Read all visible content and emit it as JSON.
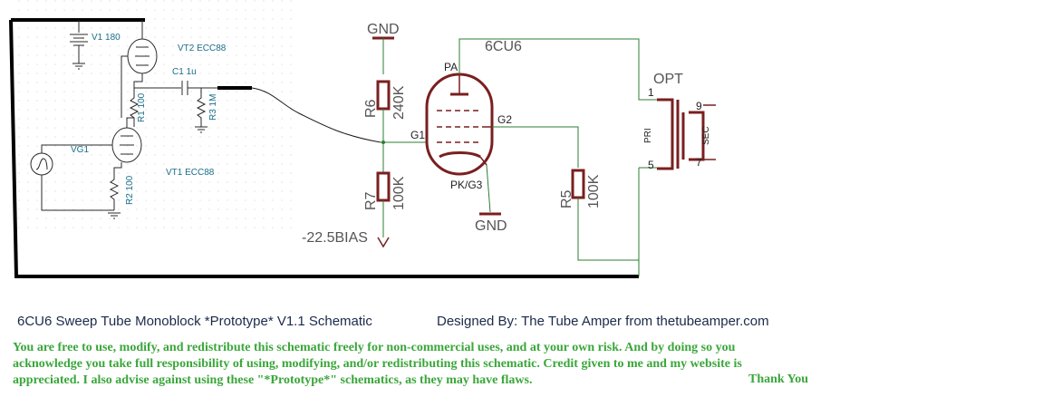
{
  "driver": {
    "v1_label": "V1 180",
    "vt2_label": "VT2 ECC88",
    "c1_label": "C1 1u",
    "r1_label": "R1 100",
    "r3_label": "R3 1M",
    "vg1_label": "VG1",
    "vt1_label": "VT1 ECC88",
    "r2_label": "R2 100"
  },
  "output_stage": {
    "gnd_top": "GND",
    "r6_ref": "R6",
    "r6_value": "240K",
    "r7_ref": "R7",
    "r7_value": "100K",
    "bias": "-22.5BIAS",
    "g1": "G1",
    "tube_name": "6CU6",
    "pa": "PA",
    "g2": "G2",
    "pk_g3": "PK/G3",
    "gnd_bottom": "GND",
    "r5_ref": "R5",
    "r5_value": "100K",
    "opt": "OPT",
    "pin1": "1",
    "pin5": "5",
    "pin9": "9",
    "pin7": "7",
    "pri": "PRI",
    "sec": "SEC"
  },
  "footer": {
    "title": "6CU6 Sweep Tube Monoblock *Prototype* V1.1 Schematic",
    "designer": "Designed By: The Tube Amper from thetubeamper.com",
    "notice_lines": [
      "You are free to use, modify, and redistribute this schematic freely for non-commercial uses, and at your own risk. And by doing so you",
      "acknowledge you take full responsibility of using, modifying, and/or redistributing this schematic. Credit given to me and my website is",
      "appreciated. I also advise against using these \"*Prototype*\" schematics, as they may have flaws."
    ],
    "thanks": "Thank You"
  }
}
